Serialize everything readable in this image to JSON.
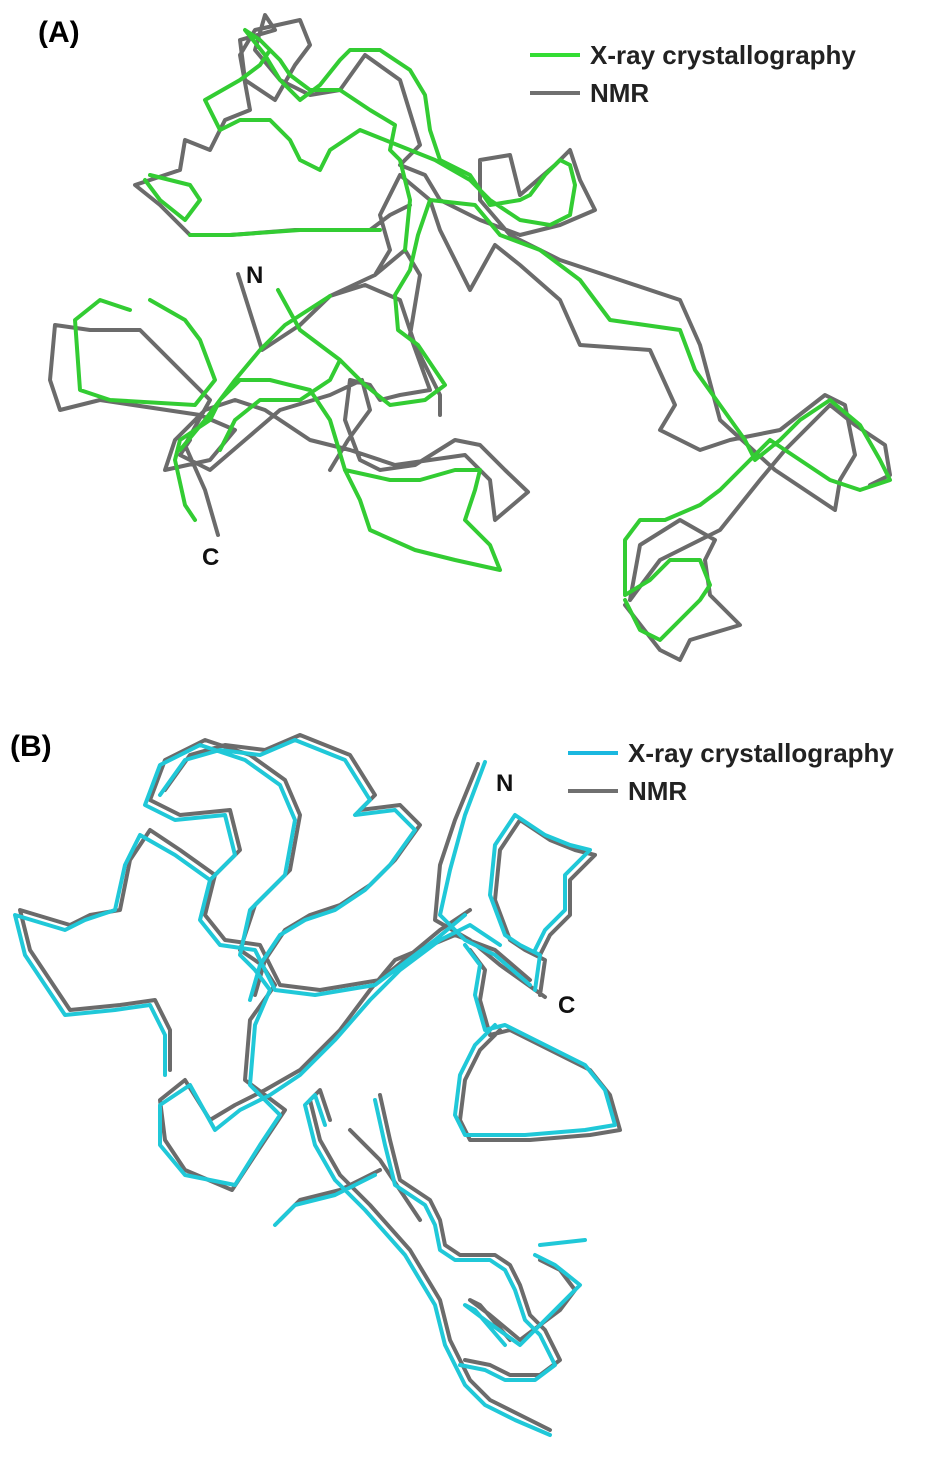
{
  "panels": {
    "a": {
      "label": "(A)",
      "legend": [
        {
          "label": "X-ray crystallography",
          "color": "#33dd33"
        },
        {
          "label": "NMR",
          "color": "#707070"
        }
      ],
      "n_label": "N",
      "c_label": "C"
    },
    "b": {
      "label": "(B)",
      "legend": [
        {
          "label": "X-ray crystallography",
          "color": "#1ab8e0"
        },
        {
          "label": "NMR",
          "color": "#707070"
        }
      ],
      "n_label": "N",
      "c_label": "C"
    }
  },
  "colors": {
    "xray_a": "#33cc33",
    "xray_b": "#20c8d8",
    "nmr": "#6b6b6b"
  }
}
